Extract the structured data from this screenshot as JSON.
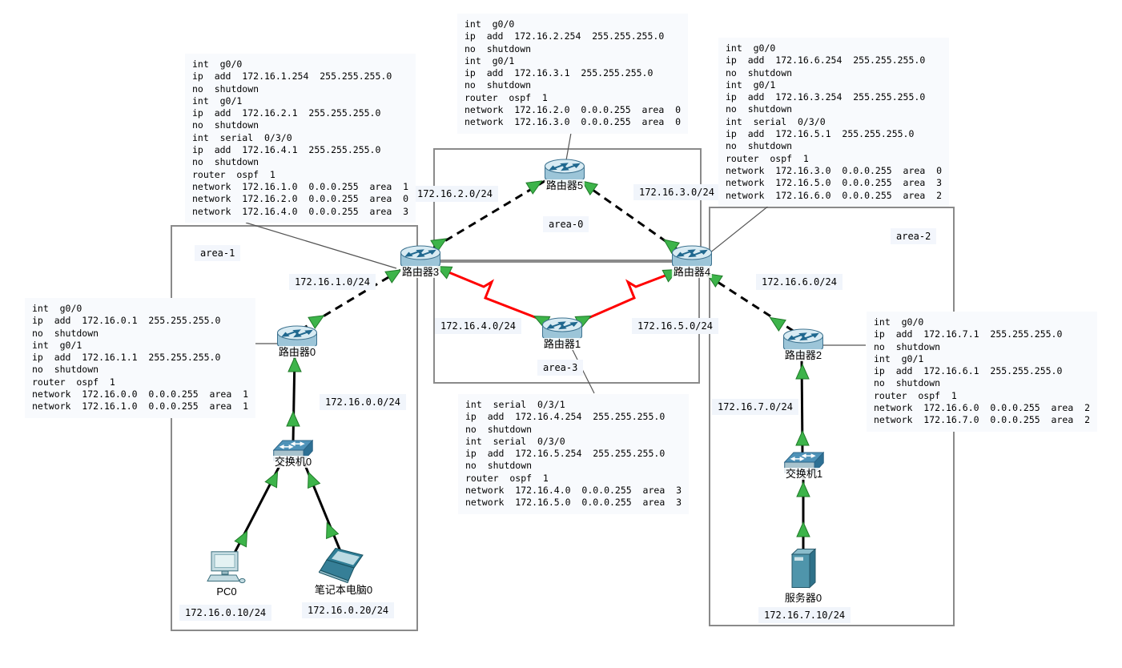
{
  "app_context": "network-topology-canvas",
  "devices": {
    "router5": {
      "label": "路由器5",
      "type": "router"
    },
    "router3": {
      "label": "路由器3",
      "type": "router"
    },
    "router4": {
      "label": "路由器4",
      "type": "router"
    },
    "router1": {
      "label": "路由器1",
      "type": "router"
    },
    "router0": {
      "label": "路由器0",
      "type": "router"
    },
    "router2": {
      "label": "路由器2",
      "type": "router"
    },
    "switch0": {
      "label": "交换机0",
      "type": "switch"
    },
    "switch1": {
      "label": "交换机1",
      "type": "switch"
    },
    "pc0": {
      "label": "PC0",
      "type": "pc"
    },
    "laptop0": {
      "label": "笔记本电脑0",
      "type": "laptop"
    },
    "server0": {
      "label": "服务器0",
      "type": "server"
    }
  },
  "areas": {
    "a0": "area-0",
    "a1": "area-1",
    "a2": "area-2",
    "a3": "area-3"
  },
  "networks": {
    "n0": "172.16.0.0/24",
    "n1": "172.16.1.0/24",
    "n2": "172.16.2.0/24",
    "n3": "172.16.3.0/24",
    "n4": "172.16.4.0/24",
    "n5": "172.16.5.0/24",
    "n6": "172.16.6.0/24",
    "n7": "172.16.7.0/24",
    "host_pc0": "172.16.0.10/24",
    "host_laptop0": "172.16.0.20/24",
    "host_server0": "172.16.7.10/24"
  },
  "configs": {
    "router3": "int  g0/0\nip  add  172.16.1.254  255.255.255.0\nno  shutdown\nint  g0/1\nip  add  172.16.2.1  255.255.255.0\nno  shutdown\nint  serial  0/3/0\nip  add  172.16.4.1  255.255.255.0\nno  shutdown\nrouter  ospf  1\nnetwork  172.16.1.0  0.0.0.255  area  1\nnetwork  172.16.2.0  0.0.0.255  area  0\nnetwork  172.16.4.0  0.0.0.255  area  3",
    "router5": "int  g0/0\nip  add  172.16.2.254  255.255.255.0\nno  shutdown\nint  g0/1\nip  add  172.16.3.1  255.255.255.0\nno  shutdown\nrouter  ospf  1\nnetwork  172.16.2.0  0.0.0.255  area  0\nnetwork  172.16.3.0  0.0.0.255  area  0",
    "router4": "int  g0/0\nip  add  172.16.6.254  255.255.255.0\nno  shutdown\nint  g0/1\nip  add  172.16.3.254  255.255.255.0\nno  shutdown\nint  serial  0/3/0\nip  add  172.16.5.1  255.255.255.0\nno  shutdown\nrouter  ospf  1\nnetwork  172.16.3.0  0.0.0.255  area  0\nnetwork  172.16.5.0  0.0.0.255  area  3\nnetwork  172.16.6.0  0.0.0.255  area  2",
    "router0": "int  g0/0\nip  add  172.16.0.1  255.255.255.0\nno  shutdown\nint  g0/1\nip  add  172.16.1.1  255.255.255.0\nno  shutdown\nrouter  ospf  1\nnetwork  172.16.0.0  0.0.0.255  area  1\nnetwork  172.16.1.0  0.0.0.255  area  1",
    "router2": "int  g0/0\nip  add  172.16.7.1  255.255.255.0\nno  shutdown\nint  g0/1\nip  add  172.16.6.1  255.255.255.0\nno  shutdown\nrouter  ospf  1\nnetwork  172.16.6.0  0.0.0.255  area  2\nnetwork  172.16.7.0  0.0.0.255  area  2",
    "router1": "int  serial  0/3/1\nip  add  172.16.4.254  255.255.255.0\nno  shutdown\nint  serial  0/3/0\nip  add  172.16.5.254  255.255.255.0\nno  shutdown\nrouter  ospf  1\nnetwork  172.16.4.0  0.0.0.255  area  3\nnetwork  172.16.5.0  0.0.0.255  area  3"
  },
  "links": [
    {
      "from": "router3",
      "to": "router5",
      "network": "172.16.2.0/24",
      "type": "ethernet-dashed",
      "status": "up"
    },
    {
      "from": "router5",
      "to": "router4",
      "network": "172.16.3.0/24",
      "type": "ethernet-dashed",
      "status": "up"
    },
    {
      "from": "router0",
      "to": "router3",
      "network": "172.16.1.0/24",
      "type": "ethernet-dashed",
      "status": "up"
    },
    {
      "from": "router4",
      "to": "router2",
      "network": "172.16.6.0/24",
      "type": "ethernet-dashed",
      "status": "up"
    },
    {
      "from": "router3",
      "to": "router1",
      "network": "172.16.4.0/24",
      "type": "serial",
      "status": "up"
    },
    {
      "from": "router1",
      "to": "router4",
      "network": "172.16.5.0/24",
      "type": "serial",
      "status": "up"
    },
    {
      "from": "router0",
      "to": "switch0",
      "network": "172.16.0.0/24",
      "type": "ethernet",
      "status": "up"
    },
    {
      "from": "switch0",
      "to": "pc0",
      "network": "172.16.0.0/24",
      "type": "ethernet",
      "status": "up"
    },
    {
      "from": "switch0",
      "to": "laptop0",
      "network": "172.16.0.0/24",
      "type": "ethernet",
      "status": "up"
    },
    {
      "from": "router2",
      "to": "switch1",
      "network": "172.16.7.0/24",
      "type": "ethernet",
      "status": "up"
    },
    {
      "from": "switch1",
      "to": "server0",
      "network": "172.16.7.0/24",
      "type": "ethernet",
      "status": "up"
    }
  ],
  "colors": {
    "ethernet": "#000000",
    "serial": "#ff0000",
    "status-up": "#3db44a",
    "area-border": "#8a8a8a",
    "note-bg": "#f8fafd",
    "label-bg": "#f1f5fb"
  }
}
